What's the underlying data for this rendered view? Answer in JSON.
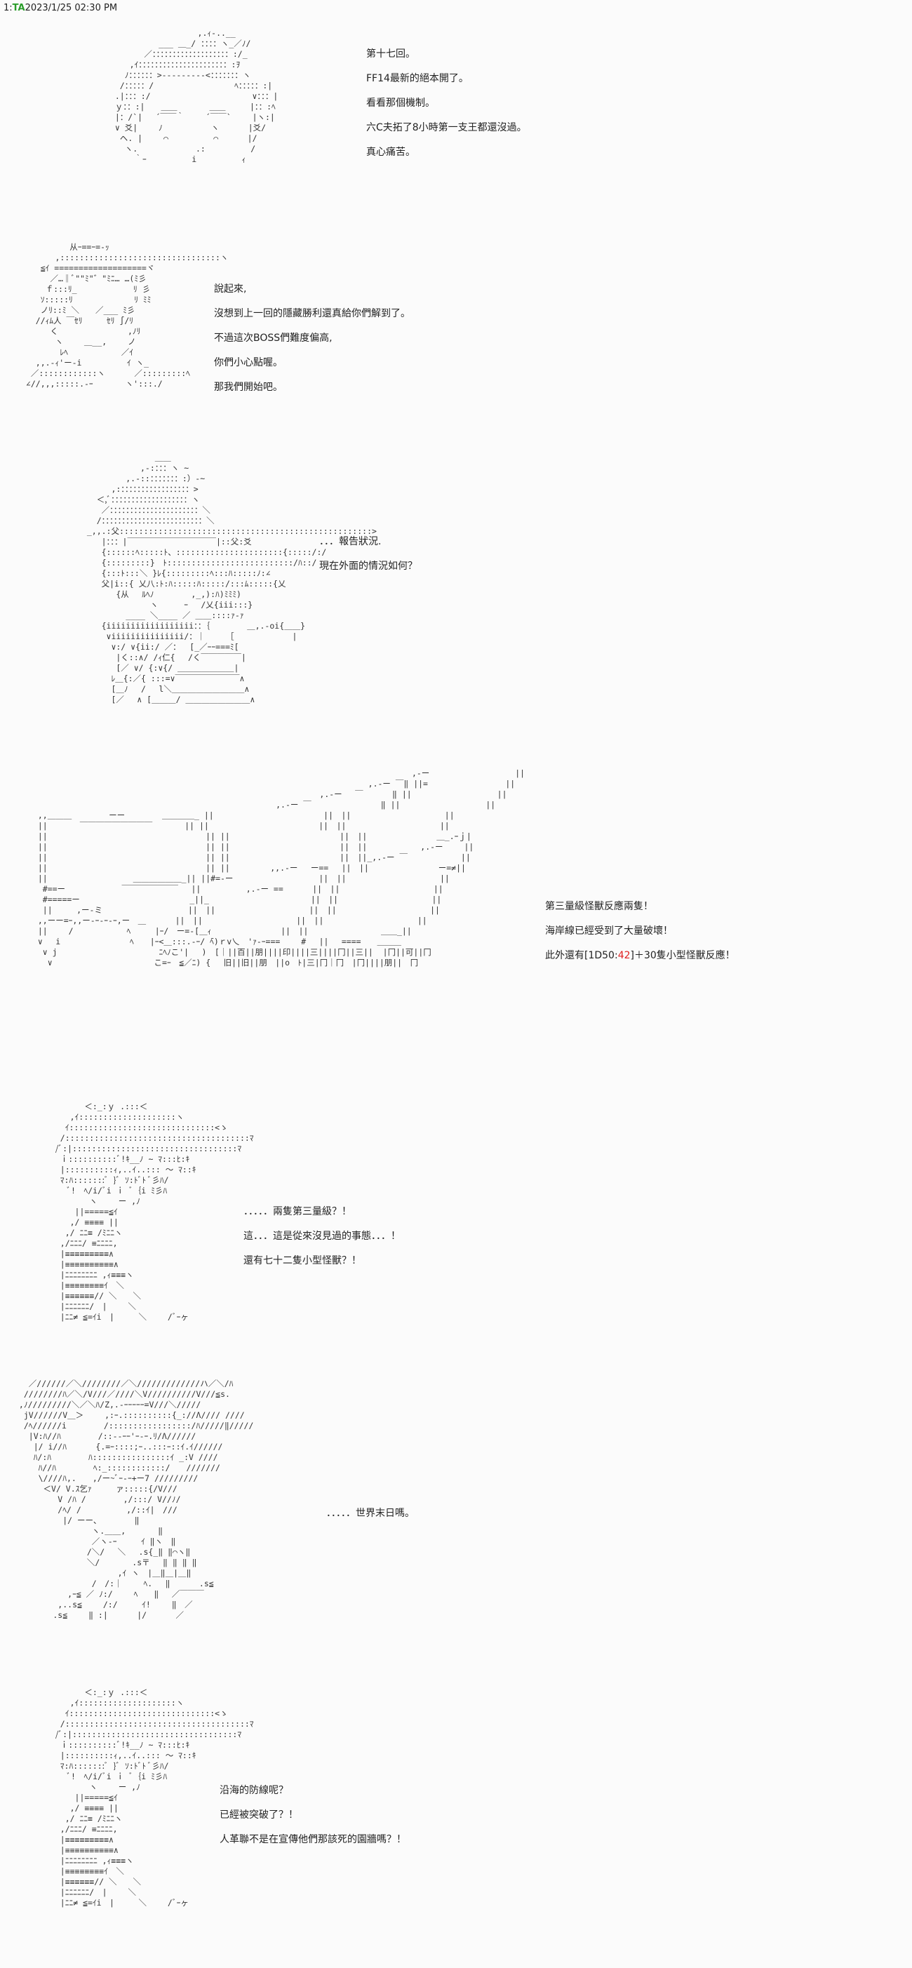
{
  "header": {
    "number": "1",
    "name": "TA",
    "datetime": "2023/1/25 02:30 PM"
  },
  "panels": [
    {
      "id": "p1",
      "lines": [
        "第十七回。",
        "FF14最新的絕本開了。",
        "看看那個機制。",
        "六C夫拓了8小時第一支王都還沒過。",
        "真心痛苦。"
      ]
    },
    {
      "id": "p2",
      "lines": [
        "說起來,",
        "沒想到上一回的隱藏勝利還真給你們解到了。",
        "不過這次BOSS們難度偏高,",
        "你們小心點喔。",
        "那我們開始吧。"
      ]
    },
    {
      "id": "p3",
      "lines": [
        "．．．報告狀況.",
        "現在外面的情況如何？"
      ]
    },
    {
      "id": "p4",
      "lines": [
        "第三量級怪獸反應兩隻！",
        "海岸線已經受到了大量破壞！"
      ],
      "dice": {
        "prefix": "此外還有[1D50:",
        "value": "42",
        "suffix": "]＋30隻小型怪獸反應！"
      }
    },
    {
      "id": "p5",
      "lines": [
        "．．．．．兩隻第三量級？！",
        "這．．．這是從來沒見過的事態．．．！",
        "還有七十二隻小型怪獸？！"
      ]
    },
    {
      "id": "p6",
      "lines": [
        "．．．．．世界末日嗎。"
      ]
    },
    {
      "id": "p7",
      "lines": [
        "沿海的防線呢？",
        "已經被突破了？！",
        "人革聯不是在宣傳他們那該死的園牆嗎？！"
      ]
    }
  ]
}
